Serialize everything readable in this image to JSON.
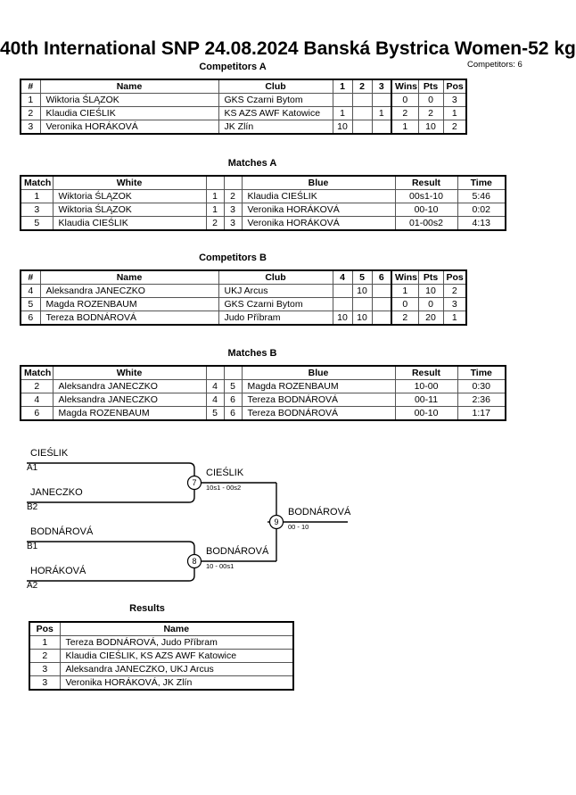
{
  "header": {
    "title_parts": [
      "40th International SNP",
      "24.08.2024",
      "Banská Bystrica",
      "Women-52 kg"
    ],
    "title_full": "40th International SNP  24.08.2024  Banská Bystrica   Women-52 kg",
    "competitors_count": "Competitors: 6"
  },
  "sections": {
    "competitors_a": "Competitors A",
    "matches_a": "Matches A",
    "competitors_b": "Competitors B",
    "matches_b": "Matches B",
    "results": "Results"
  },
  "pool_a": {
    "headers": [
      "#",
      "Name",
      "Club",
      "1",
      "2",
      "3",
      "Wins",
      "Pts",
      "Pos"
    ],
    "rows": [
      {
        "num": "1",
        "name": "Wiktoria ŚLĄZOK",
        "club": "GKS Czarni Bytom",
        "m1": "",
        "m2": "",
        "m3": "",
        "wins": "0",
        "pts": "0",
        "pos": "3"
      },
      {
        "num": "2",
        "name": "Klaudia CIEŚLIK",
        "club": "KS AZS AWF Katowice",
        "m1": "1",
        "m2": "",
        "m3": "1",
        "wins": "2",
        "pts": "2",
        "pos": "1"
      },
      {
        "num": "3",
        "name": "Veronika HORÁKOVÁ",
        "club": "JK Zlín",
        "m1": "10",
        "m2": "",
        "m3": "",
        "wins": "1",
        "pts": "10",
        "pos": "2"
      }
    ]
  },
  "matches_a": {
    "headers": [
      "Match",
      "White",
      "",
      "",
      "Blue",
      "Result",
      "Time"
    ],
    "rows": [
      {
        "match": "1",
        "white": "Wiktoria ŚLĄZOK",
        "wnum": "1",
        "bnum": "2",
        "blue": "Klaudia CIEŚLIK",
        "result": "00s1-10",
        "time": "5:46"
      },
      {
        "match": "3",
        "white": "Wiktoria ŚLĄZOK",
        "wnum": "1",
        "bnum": "3",
        "blue": "Veronika HORÁKOVÁ",
        "result": "00-10",
        "time": "0:02"
      },
      {
        "match": "5",
        "white": "Klaudia CIEŚLIK",
        "wnum": "2",
        "bnum": "3",
        "blue": "Veronika HORÁKOVÁ",
        "result": "01-00s2",
        "time": "4:13"
      }
    ]
  },
  "pool_b": {
    "headers": [
      "#",
      "Name",
      "Club",
      "4",
      "5",
      "6",
      "Wins",
      "Pts",
      "Pos"
    ],
    "rows": [
      {
        "num": "4",
        "name": "Aleksandra JANECZKO",
        "club": "UKJ Arcus",
        "m1": "",
        "m2": "10",
        "m3": "",
        "wins": "1",
        "pts": "10",
        "pos": "2"
      },
      {
        "num": "5",
        "name": "Magda ROZENBAUM",
        "club": "GKS Czarni Bytom",
        "m1": "",
        "m2": "",
        "m3": "",
        "wins": "0",
        "pts": "0",
        "pos": "3"
      },
      {
        "num": "6",
        "name": "Tereza BODNÁROVÁ",
        "club": "Judo Příbram",
        "m1": "10",
        "m2": "10",
        "m3": "",
        "wins": "2",
        "pts": "20",
        "pos": "1"
      }
    ]
  },
  "matches_b": {
    "headers": [
      "Match",
      "White",
      "",
      "",
      "Blue",
      "Result",
      "Time"
    ],
    "rows": [
      {
        "match": "2",
        "white": "Aleksandra JANECZKO",
        "wnum": "4",
        "bnum": "5",
        "blue": "Magda ROZENBAUM",
        "result": "10-00",
        "time": "0:30"
      },
      {
        "match": "4",
        "white": "Aleksandra JANECZKO",
        "wnum": "4",
        "bnum": "6",
        "blue": "Tereza BODNÁROVÁ",
        "result": "00-11",
        "time": "2:36"
      },
      {
        "match": "6",
        "white": "Magda ROZENBAUM",
        "wnum": "5",
        "bnum": "6",
        "blue": "Tereza BODNÁROVÁ",
        "result": "00-10",
        "time": "1:17"
      }
    ]
  },
  "bracket": {
    "entries": [
      {
        "name": "CIEŚLIK",
        "seed": "A1"
      },
      {
        "name": "JANECZKO",
        "seed": "B2"
      },
      {
        "name": "BODNÁROVÁ",
        "seed": "B1"
      },
      {
        "name": "HORÁKOVÁ",
        "seed": "A2"
      }
    ],
    "nodes": [
      {
        "number": "7",
        "winner": "CIEŚLIK",
        "score": "10s1 - 00s2"
      },
      {
        "number": "8",
        "winner": "BODNÁROVÁ",
        "score": "10 - 00s1"
      },
      {
        "number": "9",
        "winner": "BODNÁROVÁ",
        "score": "00 - 10"
      }
    ]
  },
  "results": {
    "headers": [
      "Pos",
      "Name"
    ],
    "rows": [
      {
        "pos": "1",
        "name": "Tereza BODNÁROVÁ, Judo Příbram"
      },
      {
        "pos": "2",
        "name": "Klaudia CIEŚLIK, KS AZS AWF Katowice"
      },
      {
        "pos": "3",
        "name": "Aleksandra JANECZKO, UKJ Arcus"
      },
      {
        "pos": "3",
        "name": "Veronika HORÁKOVÁ, JK Zlín"
      }
    ]
  }
}
